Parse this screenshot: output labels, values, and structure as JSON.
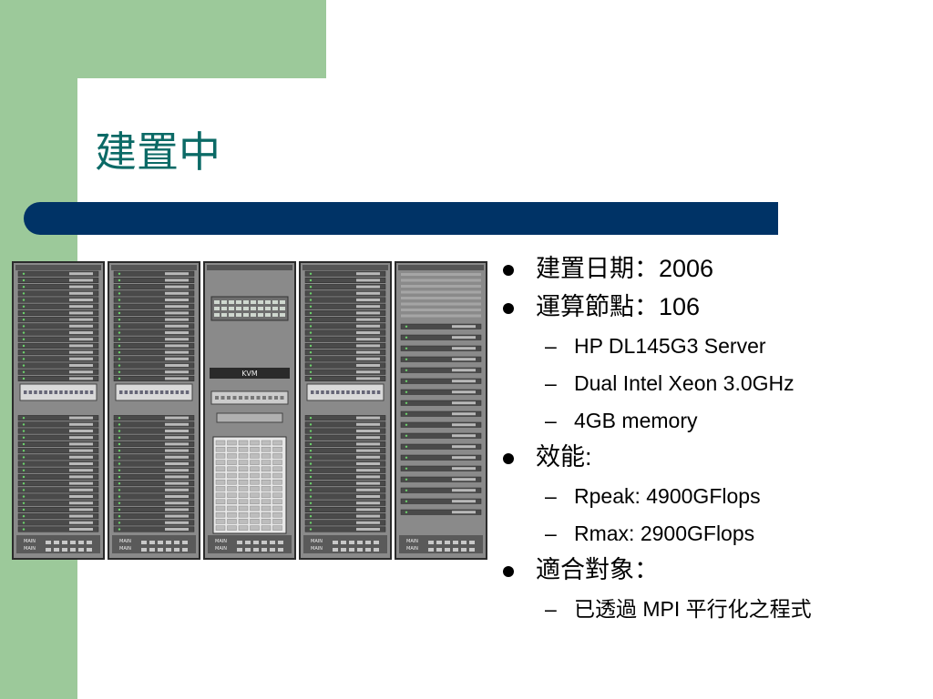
{
  "slide": {
    "title": "建置中",
    "bullets": [
      {
        "text": "建置日期：2006",
        "sub": []
      },
      {
        "text": "運算節點：106",
        "sub": [
          "HP DL145G3 Server",
          "Dual Intel Xeon 3.0GHz",
          "4GB memory"
        ]
      },
      {
        "text": "效能:",
        "sub": [
          "Rpeak: 4900GFlops",
          "Rmax:  2900GFlops"
        ]
      },
      {
        "text": "適合對象：",
        "sub": [
          "已透過 MPI 平行化之程式"
        ]
      }
    ],
    "image": {
      "kvm_label": "KVM",
      "panel_label": "MAIN"
    }
  }
}
